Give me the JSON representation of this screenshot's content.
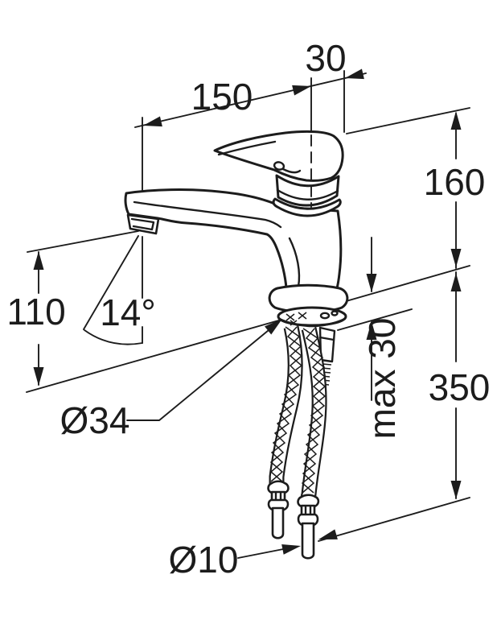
{
  "figure": {
    "type": "technical-dimension-drawing",
    "subject": "single-lever basin mixer faucet with flexible supply hoses",
    "background_color": "#ffffff",
    "line_color": "#1c1c1c",
    "labels": {
      "handle_width": "30",
      "spout_reach": "150",
      "height_above_deck": "160",
      "spout_outlet_height": "110",
      "stream_angle": "14°",
      "base_diameter": "Ø34",
      "max_deck_thickness": "max 30",
      "hose_length": "350",
      "tail_pipe_diameter": "Ø10"
    }
  }
}
